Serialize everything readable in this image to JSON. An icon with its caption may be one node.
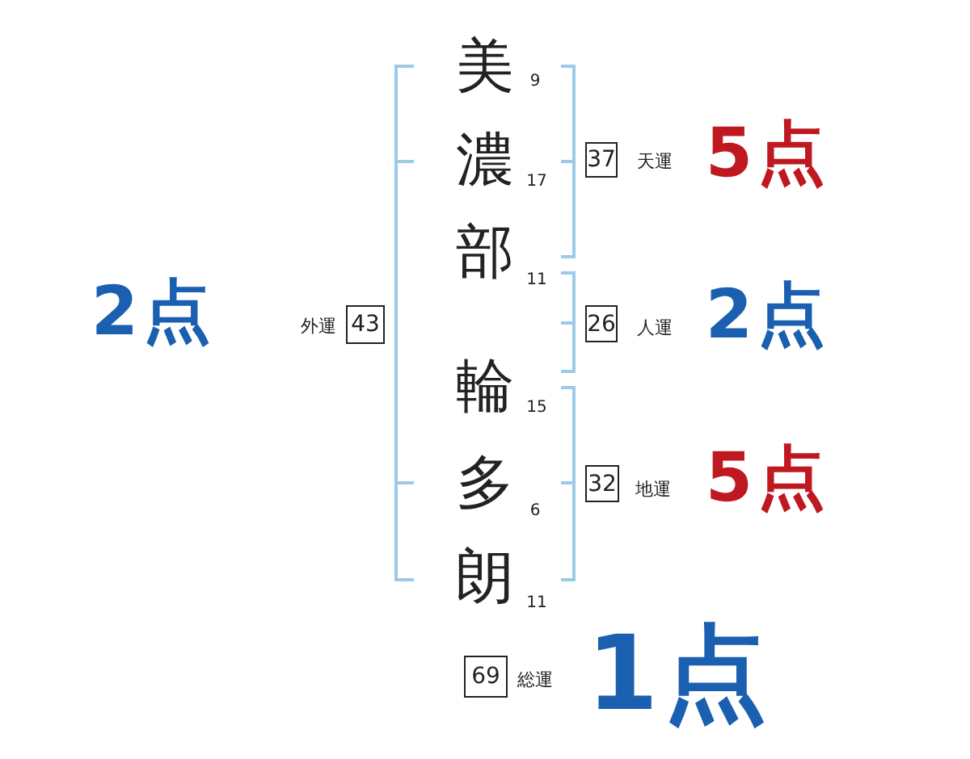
{
  "diagram": {
    "nodes": [
      {
        "text": [
          "37"
        ],
        "beside": [
          "天運"
        ]
      },
      {
        "text": [
          "43"
        ],
        "beside": [
          "外運"
        ]
      },
      {
        "text": [
          "26"
        ],
        "beside": [
          "人運"
        ]
      },
      {
        "text": [
          "32"
        ],
        "beside": [
          "地運"
        ]
      },
      {
        "text": [
          "69"
        ],
        "beside": [
          "総運"
        ]
      }
    ],
    "labels": [
      "美",
      "9",
      "濃",
      "17",
      "部",
      "11",
      "輪",
      "15",
      "多",
      "6",
      "朗",
      "11",
      "2点",
      "5点",
      "2点",
      "5点",
      "1点"
    ]
  }
}
